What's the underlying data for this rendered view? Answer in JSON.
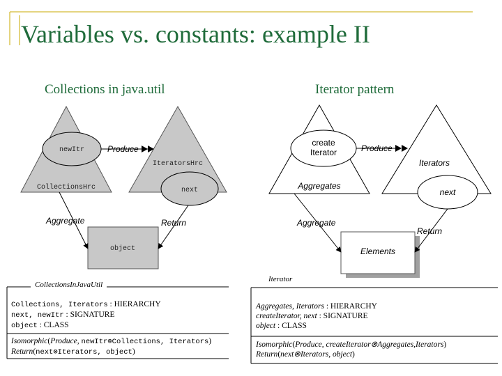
{
  "slide": {
    "title": "Variables vs. constants: example II",
    "left_heading": "Collections in java.util",
    "right_heading": "Iterator pattern"
  },
  "left_diagram": {
    "node_newItr": "newItr",
    "node_collections": "CollectionsHrc",
    "node_iterators": "IteratorsHrc",
    "node_next": "next",
    "node_object": "object",
    "edge_produce": "Produce",
    "edge_aggregate": "Aggregate",
    "edge_return": "Return"
  },
  "right_diagram": {
    "node_create_1": "create",
    "node_create_2": "Iterator",
    "node_aggregates": "Aggregates",
    "node_iterators": "Iterators",
    "node_next": "next",
    "node_elements": "Elements",
    "edge_produce": "Produce",
    "edge_aggregate": "Aggregate",
    "edge_return": "Return"
  },
  "left_schema": {
    "name": "CollectionsInJavaUtil",
    "line1_vars": "Collections, Iterators",
    "line1_kind": "HIERARCHY",
    "line2_vars": "next, newItr",
    "line2_kind": "SIGNATURE",
    "line3_vars": "object",
    "line3_kind": "CLASS",
    "iso_fn": "Isomorphic",
    "iso_args_1": "Produce",
    "iso_args_2": "newItr⊗Collections, Iterators",
    "ret_fn": "Return",
    "ret_args": "next⊗Iterators, object"
  },
  "right_schema": {
    "name": "Iterator",
    "line1_vars": "Aggregates, Iterators",
    "line1_kind": "HIERARCHY",
    "line2_vars": "createIterator, next",
    "line2_kind": "SIGNATURE",
    "line3_vars": "object",
    "line3_kind": "CLASS",
    "iso_fn": "Isomorphic",
    "iso_args": "Produce, createIterator⊗Aggregates,Iterators",
    "ret_fn": "Return",
    "ret_args": "next⊗Iterators, object"
  },
  "colors": {
    "title_green": "#1f6b3a",
    "accent_gold": "#c8a800",
    "grey_fill": "#c8c8c8"
  }
}
